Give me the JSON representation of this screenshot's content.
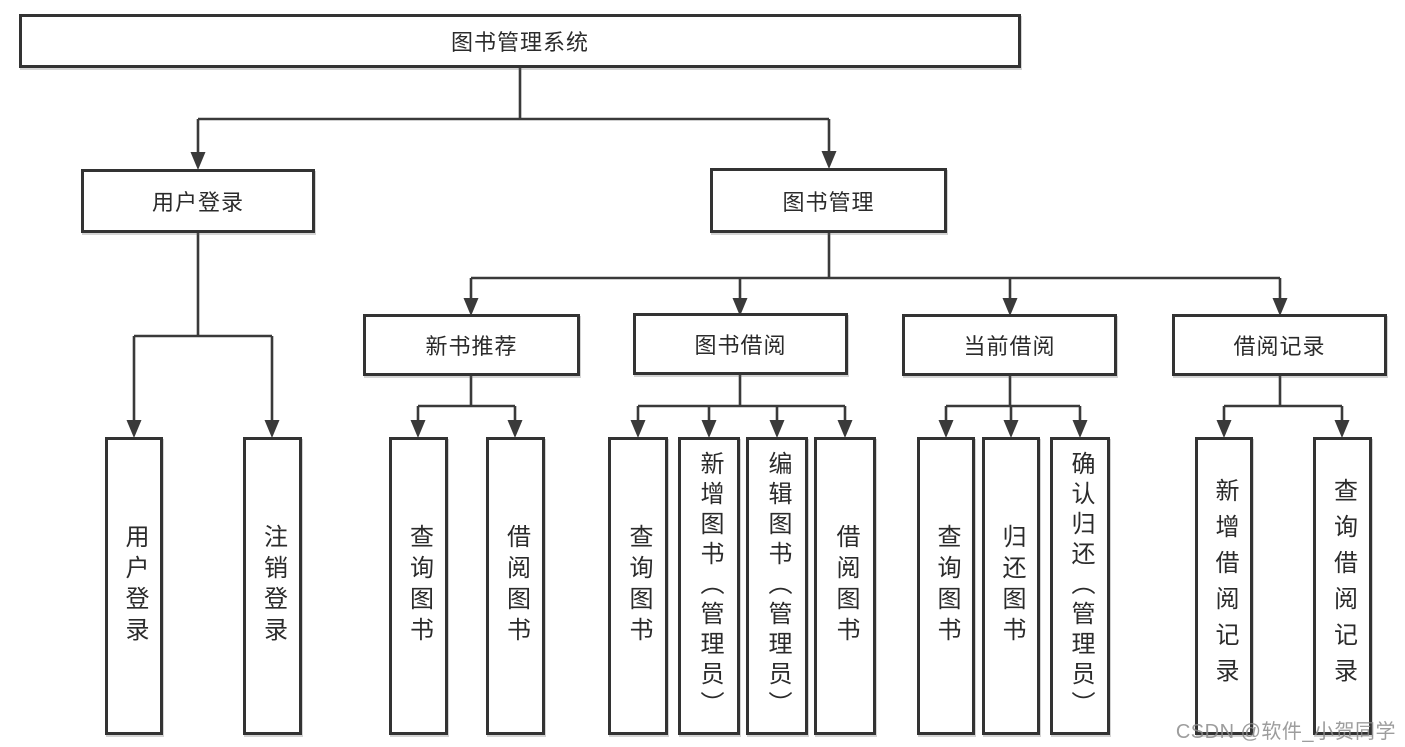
{
  "tree": {
    "root": {
      "label": "图书管理系统",
      "children": [
        {
          "label": "用户登录",
          "children": [
            {
              "label": "用户登录"
            },
            {
              "label": "注销登录"
            }
          ]
        },
        {
          "label": "图书管理",
          "children": [
            {
              "label": "新书推荐",
              "children": [
                {
                  "label": "查询图书"
                },
                {
                  "label": "借阅图书"
                }
              ]
            },
            {
              "label": "图书借阅",
              "children": [
                {
                  "label": "查询图书"
                },
                {
                  "label": "新增图书（管理员）"
                },
                {
                  "label": "编辑图书（管理员）"
                },
                {
                  "label": "借阅图书"
                }
              ]
            },
            {
              "label": "当前借阅",
              "children": [
                {
                  "label": "查询图书"
                },
                {
                  "label": "归还图书"
                },
                {
                  "label": "确认归还（管理员）"
                }
              ]
            },
            {
              "label": "借阅记录",
              "children": [
                {
                  "label": "新增借阅记录"
                },
                {
                  "label": "查询借阅记录"
                }
              ]
            }
          ]
        }
      ]
    }
  },
  "watermark": {
    "text": "CSDN @软件_小贺同学"
  },
  "colors": {
    "line": "#3a3a3a",
    "box_border": "#333333",
    "text": "#2b2b2b",
    "watermark": "#8c8c8c",
    "background": "#ffffff"
  }
}
